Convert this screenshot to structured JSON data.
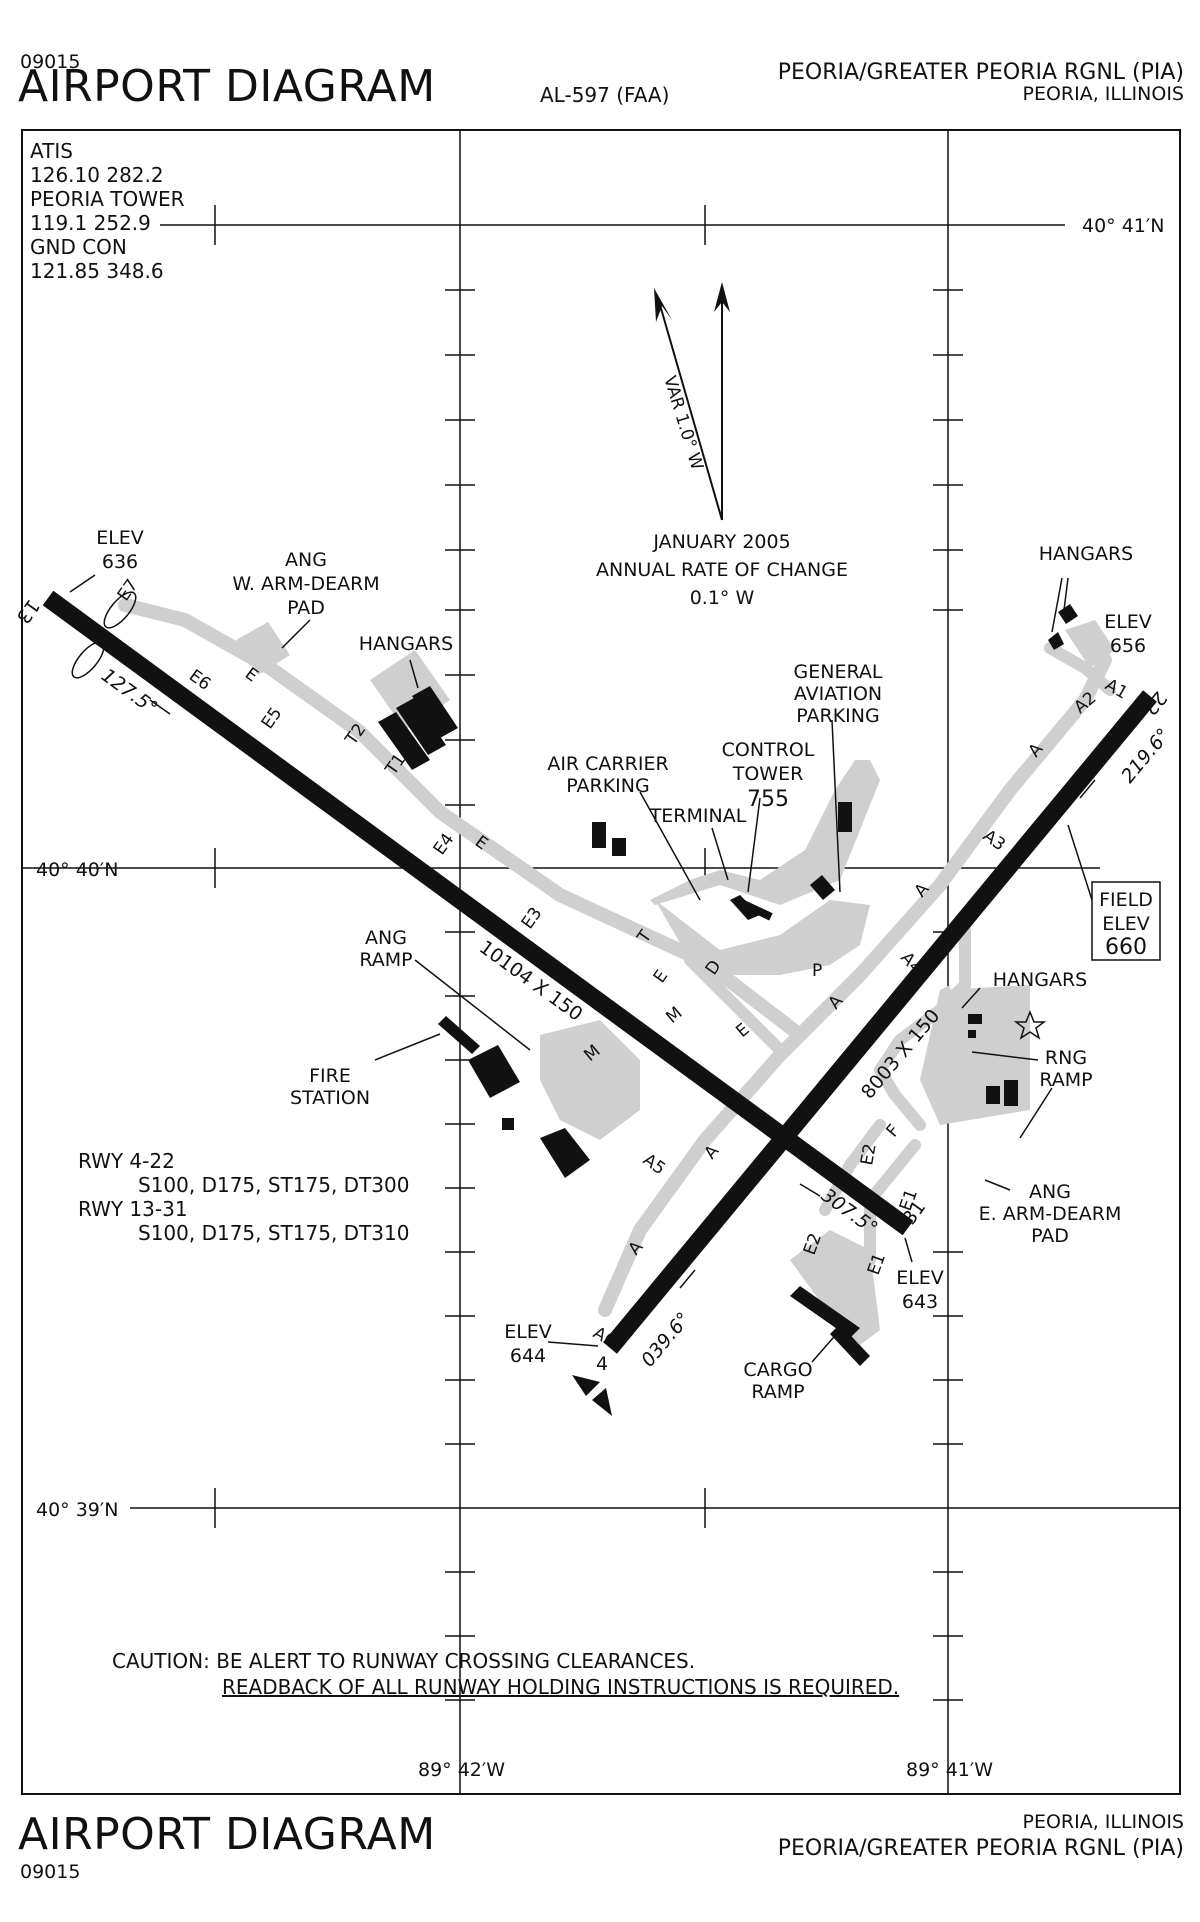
{
  "header": {
    "doc_number": "09015",
    "title": "AIRPORT DIAGRAM",
    "procedure_number": "AL-597 (FAA)",
    "airport_name": "PEORIA/GREATER PEORIA RGNL (PIA)",
    "city_state": "PEORIA, ILLINOIS"
  },
  "footer": {
    "title": "AIRPORT DIAGRAM",
    "doc_number": "09015",
    "city_state": "PEORIA, ILLINOIS",
    "airport_name": "PEORIA/GREATER PEORIA RGNL (PIA)"
  },
  "frequencies": {
    "atis_label": "ATIS",
    "atis_freq": "126.10  282.2",
    "tower_label": "PEORIA TOWER",
    "tower_freq": "119.1  252.9",
    "ground_label": "GND CON",
    "ground_freq": "121.85  348.6"
  },
  "coordinates": {
    "lat_top": "40° 41′N",
    "lat_mid": "40° 40′N",
    "lat_bottom": "40° 39′N",
    "lon_left": "89° 42′W",
    "lon_right": "89° 41′W"
  },
  "variation": {
    "var_label": "VAR 1.0° W",
    "date": "JANUARY 2005",
    "rate_title": "ANNUAL RATE OF CHANGE",
    "rate_value": "0.1° W"
  },
  "runways": {
    "rwy_13_31_dims": "10104 X 150",
    "rwy_4_22_dims": "8003 X 150",
    "heading_13": "127.5°",
    "heading_31": "307.5°",
    "heading_4": "039.6°",
    "heading_22": "219.6°",
    "end_13": "13",
    "end_31": "31",
    "end_4": "4",
    "end_22": "22"
  },
  "elevations": {
    "elev_label": "ELEV",
    "elev_13": "636",
    "elev_22": "656",
    "elev_31": "643",
    "elev_4": "644",
    "field_elev_l1": "FIELD",
    "field_elev_l2": "ELEV",
    "field_elev_value": "660"
  },
  "taxiways": [
    "E7",
    "E6",
    "E",
    "E5",
    "T2",
    "T1",
    "E4",
    "E",
    "E3",
    "T",
    "E",
    "D",
    "M",
    "M",
    "E",
    "P",
    "A",
    "A",
    "A4",
    "A3",
    "A",
    "A2",
    "A1",
    "A5",
    "A",
    "A",
    "A6",
    "E2",
    "E1",
    "E2",
    "E1",
    "F"
  ],
  "facilities": {
    "ang_w_1": "ANG",
    "ang_w_2": "W. ARM-DEARM",
    "ang_w_3": "PAD",
    "hangars_nw": "HANGARS",
    "hangars_ne": "HANGARS",
    "hangars_e": "HANGARS",
    "ga_1": "GENERAL",
    "ga_2": "AVIATION",
    "ga_3": "PARKING",
    "tower_1": "CONTROL",
    "tower_2": "TOWER",
    "tower_3": "755",
    "carrier_1": "AIR CARRIER",
    "carrier_2": "PARKING",
    "terminal": "TERMINAL",
    "ang_ramp_1": "ANG",
    "ang_ramp_2": "RAMP",
    "fire_1": "FIRE",
    "fire_2": "STATION",
    "rng_1": "RNG",
    "rng_2": "RAMP",
    "ang_e_1": "ANG",
    "ang_e_2": "E. ARM-DEARM",
    "ang_e_3": "PAD",
    "cargo_1": "CARGO",
    "cargo_2": "RAMP"
  },
  "declared_strengths": {
    "rwy_4_22_label": "RWY 4-22",
    "rwy_4_22_values": "S100, D175, ST175, DT300",
    "rwy_13_31_label": "RWY 13-31",
    "rwy_13_31_values": "S100, D175, ST175, DT310"
  },
  "caution": {
    "line1": "CAUTION: BE ALERT TO RUNWAY CROSSING CLEARANCES.",
    "line2": "READBACK OF ALL RUNWAY HOLDING INSTRUCTIONS IS REQUIRED."
  },
  "colors": {
    "runway": "#111111",
    "taxiway": "#cfcfcf",
    "building": "#111111",
    "ink": "#111111",
    "background": "#ffffff"
  }
}
